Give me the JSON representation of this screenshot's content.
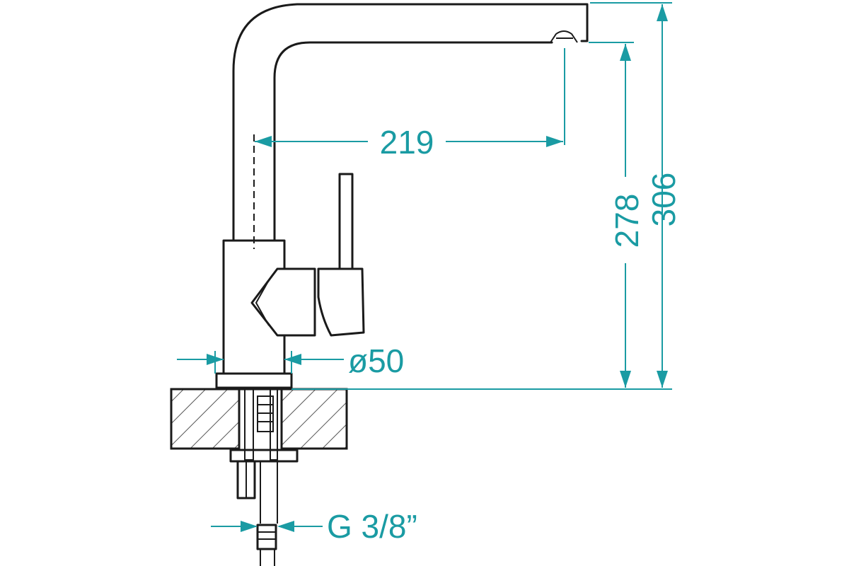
{
  "dimensions": {
    "spout_reach": "219",
    "spout_height": "278",
    "total_height": "306",
    "body_diameter": "ø50",
    "thread": "G 3/8”"
  },
  "colors": {
    "dimension": "#1a9ba3",
    "outline": "#1a1a1a",
    "background": "#ffffff"
  }
}
